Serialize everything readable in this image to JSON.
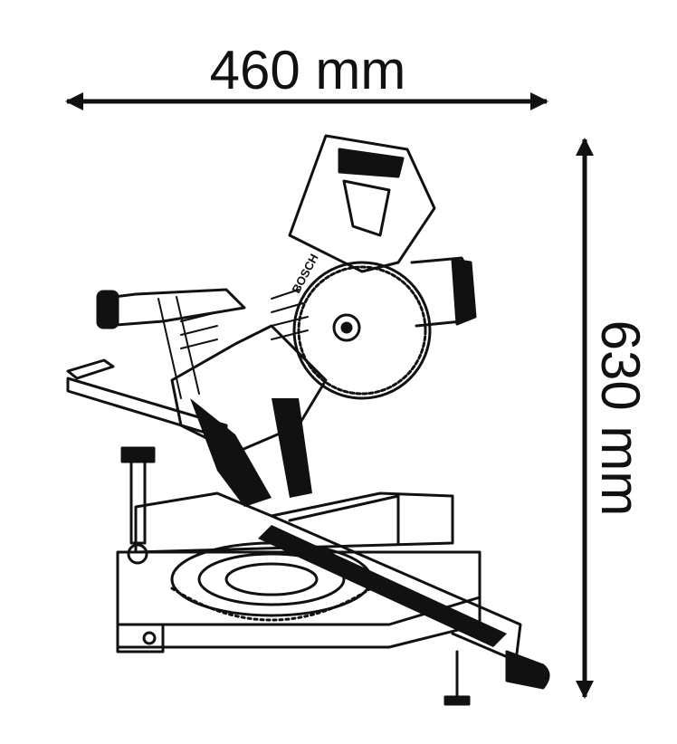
{
  "dimensions": {
    "width": {
      "value": 460,
      "unit": "mm",
      "label": "460 mm"
    },
    "height": {
      "value": 630,
      "unit": "mm",
      "label": "630 mm"
    }
  },
  "product": {
    "brand_marking": "BOSCH"
  },
  "colors": {
    "line": "#111111",
    "background": "#ffffff"
  }
}
